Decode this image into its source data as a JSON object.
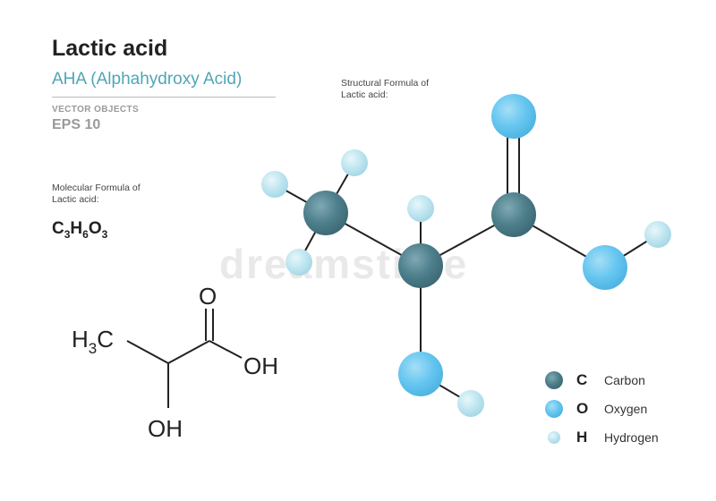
{
  "header": {
    "title": "Lactic acid",
    "subtitle": "AHA (Alphahydroxy Acid)",
    "vector_objects": "VECTOR OBJECTS",
    "eps": "EPS 10"
  },
  "molecular": {
    "label_line1": "Molecular Formula of",
    "label_line2": "Lactic acid:",
    "formula": {
      "c": "C",
      "c_n": "3",
      "h": "H",
      "h_n": "6",
      "o": "O",
      "o_n": "3"
    }
  },
  "structural": {
    "label_line1": "Structural  Formula of",
    "label_line2": "Lactic acid:"
  },
  "skeletal": {
    "h3c": "H",
    "h3c_sub": "3",
    "h3c_c": "C",
    "o_top": "O",
    "oh_right": "OH",
    "oh_bottom": "OH"
  },
  "legend": [
    {
      "symbol": "C",
      "name": "Carbon",
      "color": "#4e7f8c"
    },
    {
      "symbol": "O",
      "name": "Oxygen",
      "color": "#66c6f0"
    },
    {
      "symbol": "H",
      "name": "Hydrogen",
      "color": "#bfe6f0"
    }
  ],
  "watermark": "dreamstime",
  "colors": {
    "carbon": "#4e7f8c",
    "oxygen": "#66c6f0",
    "hydrogen": "#bfe6f0",
    "accent": "#4fa6b5"
  }
}
